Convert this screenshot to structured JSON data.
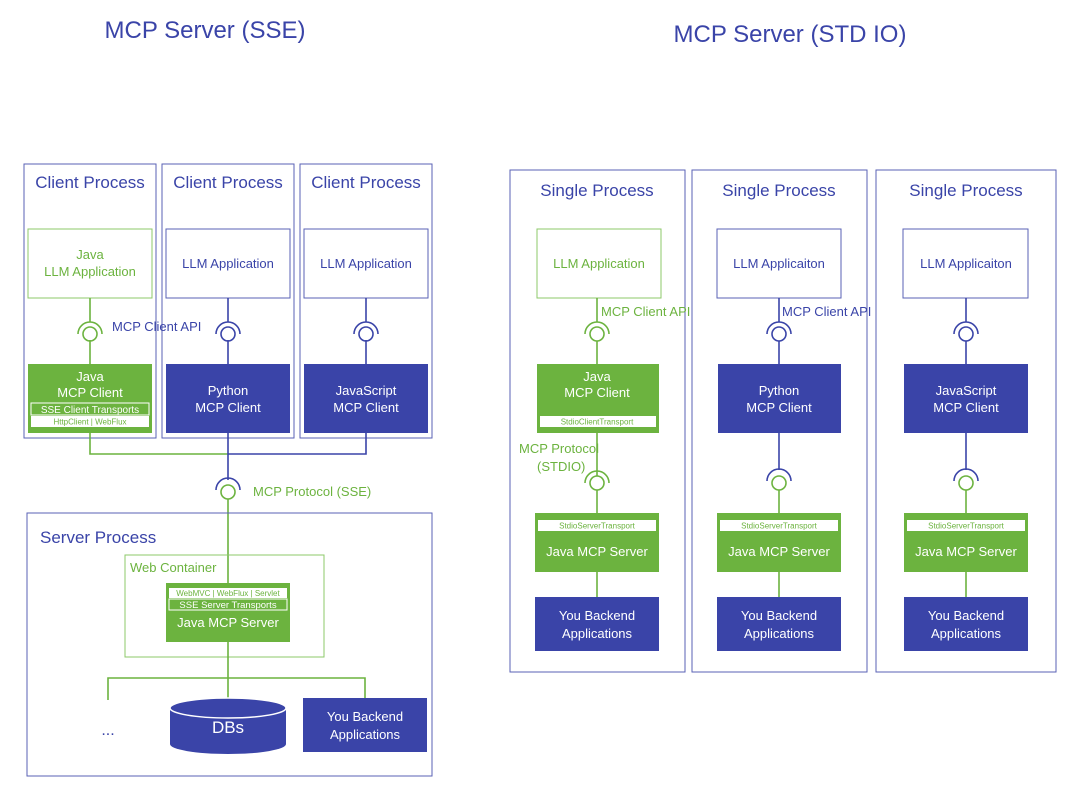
{
  "titles": {
    "sse": "MCP Server (SSE)",
    "stdio": "MCP Server (STD IO)"
  },
  "sse": {
    "client_process_label": "Client Process",
    "clients": [
      {
        "app": [
          "Java",
          "LLM Application"
        ],
        "client": [
          "Java",
          "MCP Client"
        ],
        "transport": "SSE Client Transports",
        "transport_impl": "HttpClient | WebFlux"
      },
      {
        "app": [
          "LLM Application"
        ],
        "client": [
          "Python",
          "MCP Client"
        ]
      },
      {
        "app": [
          "LLM Application"
        ],
        "client": [
          "JavaScript",
          "MCP Client"
        ]
      }
    ],
    "client_api_label": "MCP Client API",
    "protocol_label": "MCP Protocol (SSE)",
    "server_process_label": "Server Process",
    "web_container_label": "Web Container",
    "server_impl": "WebMVC | WebFlux | Servlet",
    "server_transport": "SSE Server Transports",
    "server_name": "Java MCP Server",
    "dots": "...",
    "db_label": "DBs",
    "backend": [
      "You Backend",
      "Applications"
    ]
  },
  "stdio": {
    "single_process_label": "Single Process",
    "columns": [
      {
        "app": "LLM Application",
        "client": [
          "Java",
          "MCP Client"
        ],
        "client_transport": "StdioClientTransport",
        "server_transport": "StdioServerTransport",
        "server": "Java MCP Server",
        "backend": [
          "You Backend",
          "Applications"
        ]
      },
      {
        "app": "LLM Applicaiton",
        "client": [
          "Python",
          "MCP Client"
        ],
        "server_transport": "StdioServerTransport",
        "server": "Java MCP Server",
        "backend": [
          "You Backend",
          "Applications"
        ]
      },
      {
        "app": "LLM Applicaiton",
        "client": [
          "JavaScript",
          "MCP Client"
        ],
        "server_transport": "StdioServerTransport",
        "server": "Java MCP Server",
        "backend": [
          "You Backend",
          "Applications"
        ]
      }
    ],
    "client_api_label": "MCP Client API",
    "protocol_label": [
      "MCP Protocol",
      "(STDIO)"
    ]
  },
  "colors": {
    "green": "#6cb33f",
    "blue": "#3a44a8",
    "light_green_border": "#8cc86a",
    "light_blue_border": "#5a62b5"
  }
}
